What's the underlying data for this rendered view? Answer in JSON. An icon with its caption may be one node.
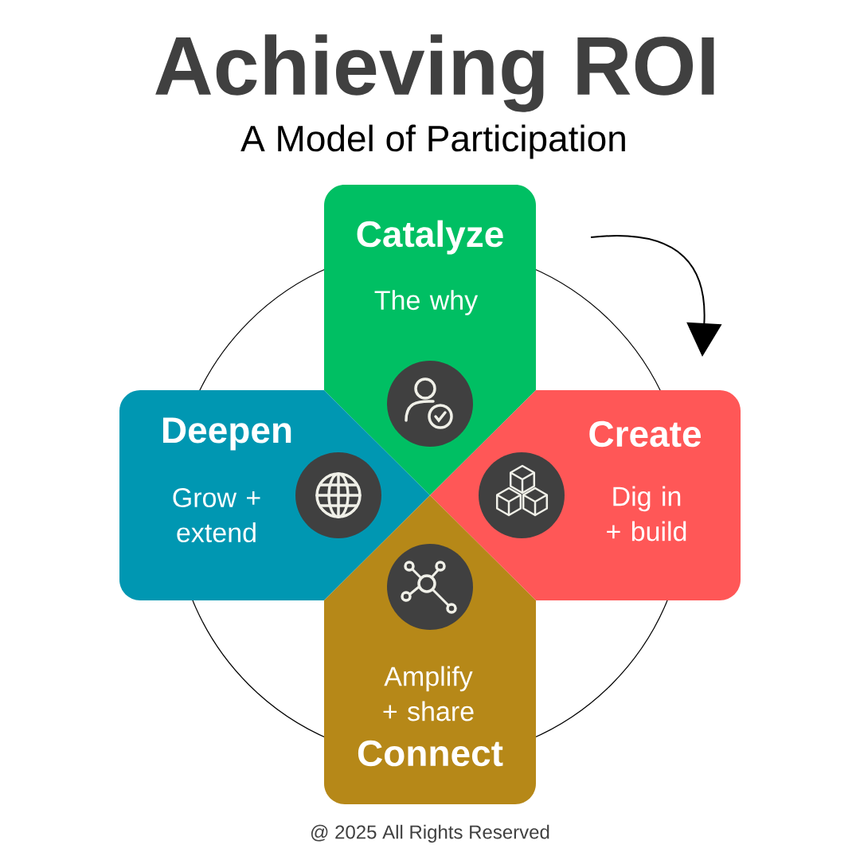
{
  "diagram": {
    "title": "Achieving ROI",
    "nodes": [
      {
        "text": [
          "Catalyze",
          "The why"
        ]
      },
      {
        "text": [
          "Deepen",
          "Grow + extend"
        ]
      },
      {
        "text": [
          "Create",
          "Dig in + build"
        ]
      },
      {
        "text": [
          "Amplify + share",
          "Connect"
        ]
      }
    ],
    "labels": [
      "A Model of Participation",
      "@ 2025 All Rights Reserved"
    ]
  }
}
